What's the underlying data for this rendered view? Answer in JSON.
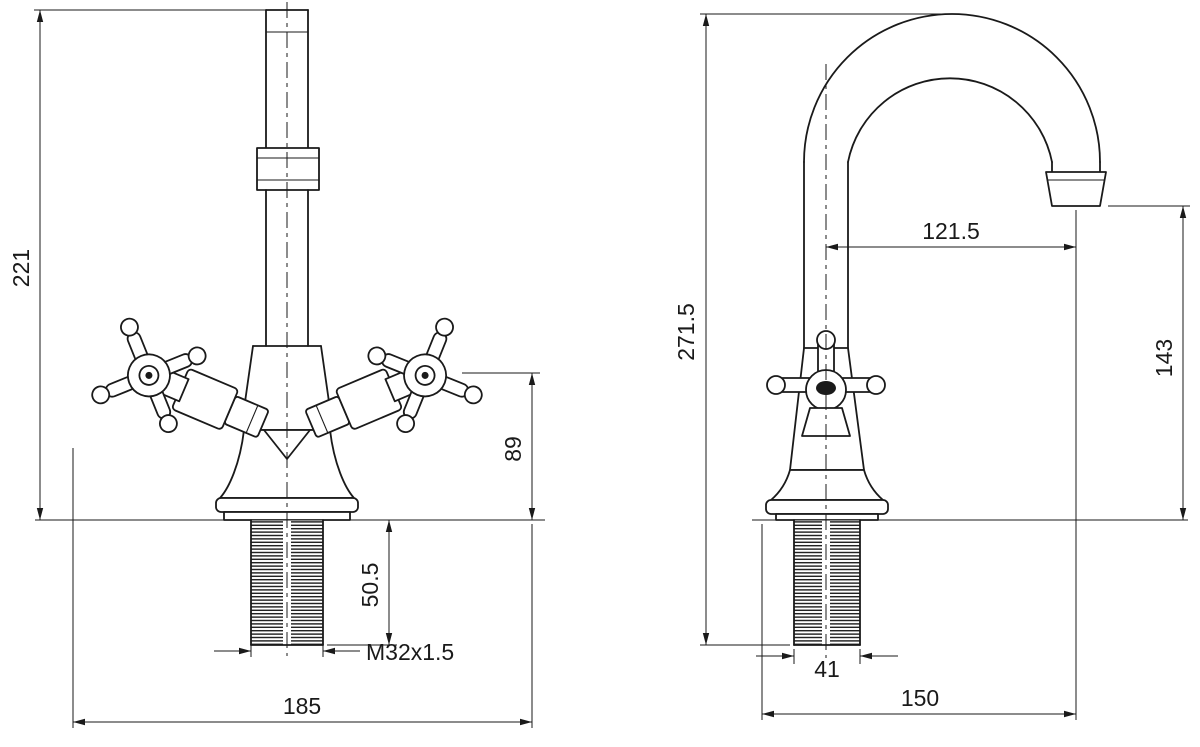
{
  "colors": {
    "line": "#1a1a1a",
    "background": "#ffffff"
  },
  "front_view": {
    "dims": {
      "overall_height": "221",
      "handle_height": "89",
      "shank_length": "50.5",
      "thread": "M32x1.5",
      "overall_width": "185"
    }
  },
  "side_view": {
    "dims": {
      "overall_height": "271.5",
      "spout_reach": "121.5",
      "spout_height": "143",
      "shank_width": "41",
      "overall_depth": "150"
    }
  }
}
